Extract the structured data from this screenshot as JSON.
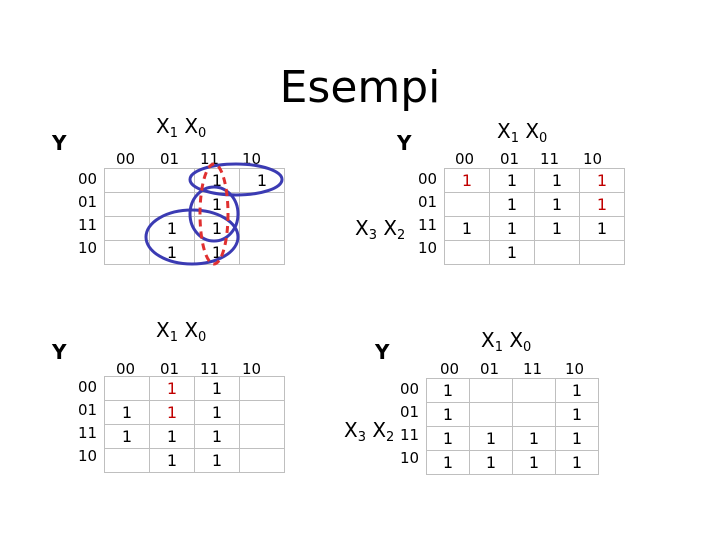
{
  "title": "Esempi",
  "maps": [
    {
      "id": "map1",
      "output_label": "Y",
      "col_vars": [
        "X",
        "1",
        "X",
        "0"
      ],
      "row_vars": [],
      "col_codes": [
        "00",
        "01",
        "11",
        "10"
      ],
      "row_codes": [
        "00",
        "01",
        "11",
        "10"
      ],
      "cells": [
        [
          "",
          "",
          "1",
          "1"
        ],
        [
          "",
          "",
          "1",
          ""
        ],
        [
          "",
          "1",
          "1",
          ""
        ],
        [
          "",
          "1",
          "1",
          ""
        ]
      ],
      "red_cells": [],
      "groupings": [
        {
          "color": "#3b3bb3",
          "style": "solid",
          "cells": [
            [
              0,
              2
            ],
            [
              0,
              3
            ]
          ]
        },
        {
          "color": "#3b3bb3",
          "style": "solid",
          "cells": [
            [
              1,
              2
            ],
            [
              2,
              2
            ]
          ]
        },
        {
          "color": "#3b3bb3",
          "style": "solid",
          "cells": [
            [
              2,
              1
            ],
            [
              2,
              2
            ],
            [
              3,
              1
            ],
            [
              3,
              2
            ]
          ]
        },
        {
          "color": "#e03030",
          "style": "dashed",
          "cells": [
            [
              0,
              2
            ],
            [
              1,
              2
            ],
            [
              2,
              2
            ],
            [
              3,
              2
            ]
          ]
        }
      ]
    },
    {
      "id": "map2",
      "output_label": "Y",
      "col_vars": [
        "X",
        "1",
        "X",
        "0"
      ],
      "row_vars": [
        "X",
        "3",
        "X",
        "2"
      ],
      "col_codes": [
        "00",
        "01",
        "11",
        "10"
      ],
      "row_codes": [
        "00",
        "01",
        "11",
        "10"
      ],
      "cells": [
        [
          "1",
          "1",
          "1",
          "1"
        ],
        [
          "",
          "1",
          "1",
          "1"
        ],
        [
          "1",
          "1",
          "1",
          "1"
        ],
        [
          "",
          "1",
          "",
          ""
        ]
      ],
      "red_cells": [
        [
          0,
          0
        ],
        [
          0,
          3
        ],
        [
          1,
          3
        ]
      ],
      "groupings": []
    },
    {
      "id": "map3",
      "output_label": "Y",
      "col_vars": [
        "X",
        "1",
        "X",
        "0"
      ],
      "row_vars": [],
      "col_codes": [
        "00",
        "01",
        "11",
        "10"
      ],
      "row_codes": [
        "00",
        "01",
        "11",
        "10"
      ],
      "cells": [
        [
          "",
          "1",
          "1",
          ""
        ],
        [
          "1",
          "1",
          "1",
          ""
        ],
        [
          "1",
          "1",
          "1",
          ""
        ],
        [
          "",
          "1",
          "1",
          ""
        ]
      ],
      "red_cells": [
        [
          0,
          1
        ],
        [
          1,
          1
        ]
      ],
      "groupings": []
    },
    {
      "id": "map4",
      "output_label": "Y",
      "col_vars": [
        "X",
        "1",
        "X",
        "0"
      ],
      "row_vars": [
        "X",
        "3",
        "X",
        "2"
      ],
      "col_codes": [
        "00",
        "01",
        "11",
        "10"
      ],
      "row_codes": [
        "00",
        "01",
        "11",
        "10"
      ],
      "cells": [
        [
          "1",
          "",
          "",
          "1"
        ],
        [
          "1",
          "",
          "",
          "1"
        ],
        [
          "1",
          "1",
          "1",
          "1"
        ],
        [
          "1",
          "1",
          "1",
          "1"
        ]
      ],
      "red_cells": [],
      "groupings": []
    }
  ]
}
